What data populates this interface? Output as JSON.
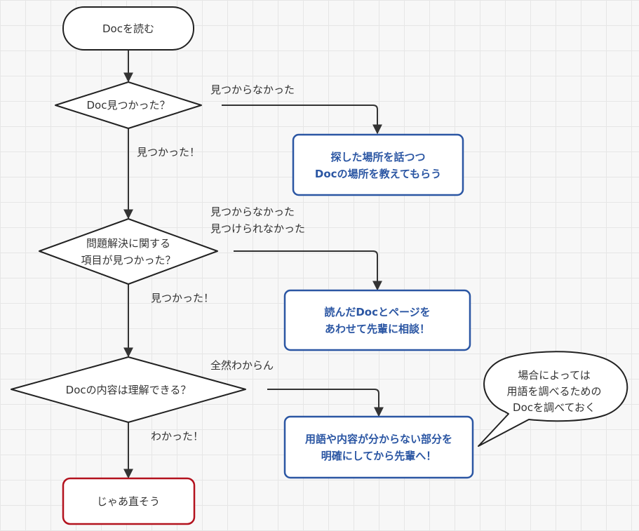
{
  "nodes": {
    "start": "Docを読む",
    "decision1": "Doc見つかった？",
    "decision2_line1": "問題解決に関する",
    "decision2_line2": "項目が見つかった？",
    "decision3": "Docの内容は理解できる？",
    "end": "じゃあ直そう",
    "action1_line1": "探した場所を話つつ",
    "action1_line2": "Docの場所を教えてもらう",
    "action2_line1": "読んだDocとページを",
    "action2_line2": "あわせて先輩に相談！",
    "action3_line1": "用語や内容が分からない部分を",
    "action3_line2": "明確にしてから先輩へ！"
  },
  "labels": {
    "no1": "見つからなかった",
    "yes1": "見つかった！",
    "no2_line1": "見つからなかった",
    "no2_line2": "見つけられなかった",
    "yes2": "見つかった！",
    "no3": "全然わからん",
    "yes3": "わかった！"
  },
  "callout": {
    "line1": "場合によっては",
    "line2": "用語を調べるための",
    "line3": "Docを調べておく"
  },
  "colors": {
    "blue_border": "#2b56a3",
    "red_border": "#b3121e",
    "black_border": "#222222"
  }
}
